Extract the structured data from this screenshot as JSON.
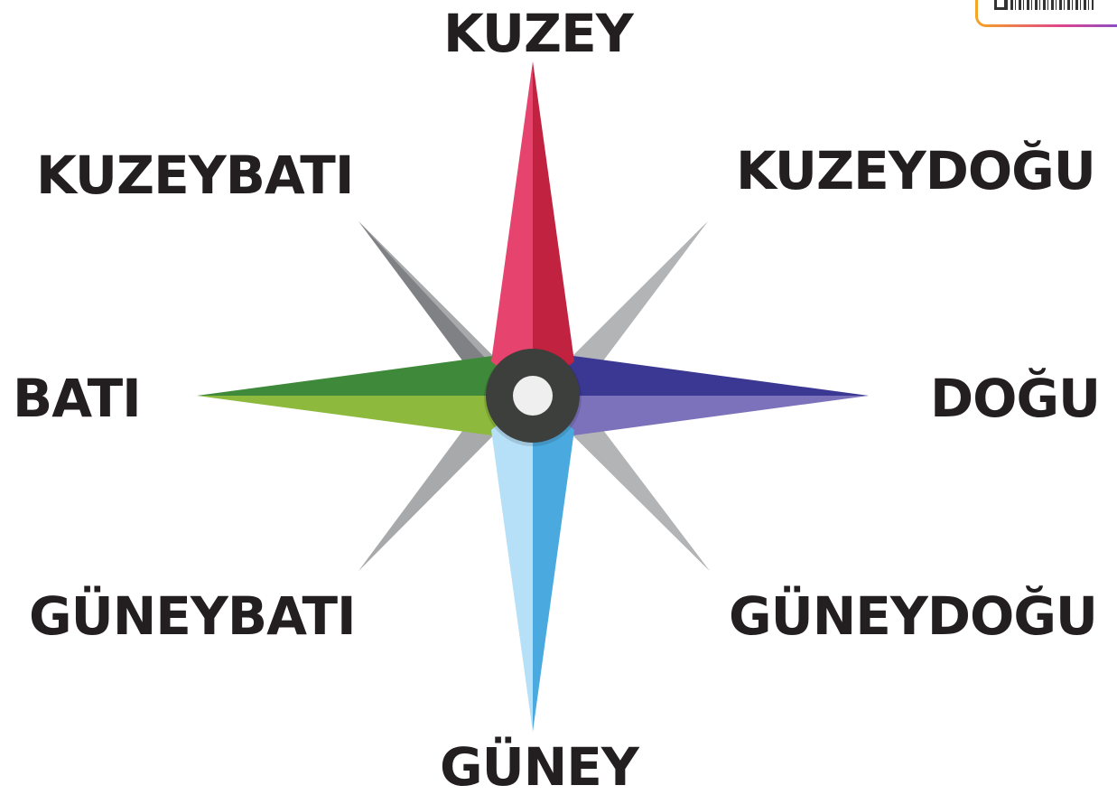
{
  "directions": {
    "north": "KUZEY",
    "northeast": "KUZEYDOĞU",
    "east": "DOĞU",
    "southeast": "GÜNEYDOĞU",
    "south": "GÜNEY",
    "southwest": "GÜNEYBATI",
    "west": "BATI",
    "northwest": "KUZEYBATI"
  },
  "colors": {
    "label": "#231f20",
    "north_dark": "#c0223f",
    "north_light": "#e6446f",
    "east_dark": "#3b3893",
    "east_light": "#7b72bb",
    "south_dark": "#4aa9de",
    "south_light": "#b5e0f7",
    "west_dark": "#3e8a3a",
    "west_light": "#8dba3c",
    "diagonal_dark": "#7f8184",
    "diagonal_light": "#b3b4b6",
    "hub": "#3d3f3c",
    "hub_center": "#efefef"
  },
  "icons": {
    "qr": "qr-code-icon"
  }
}
